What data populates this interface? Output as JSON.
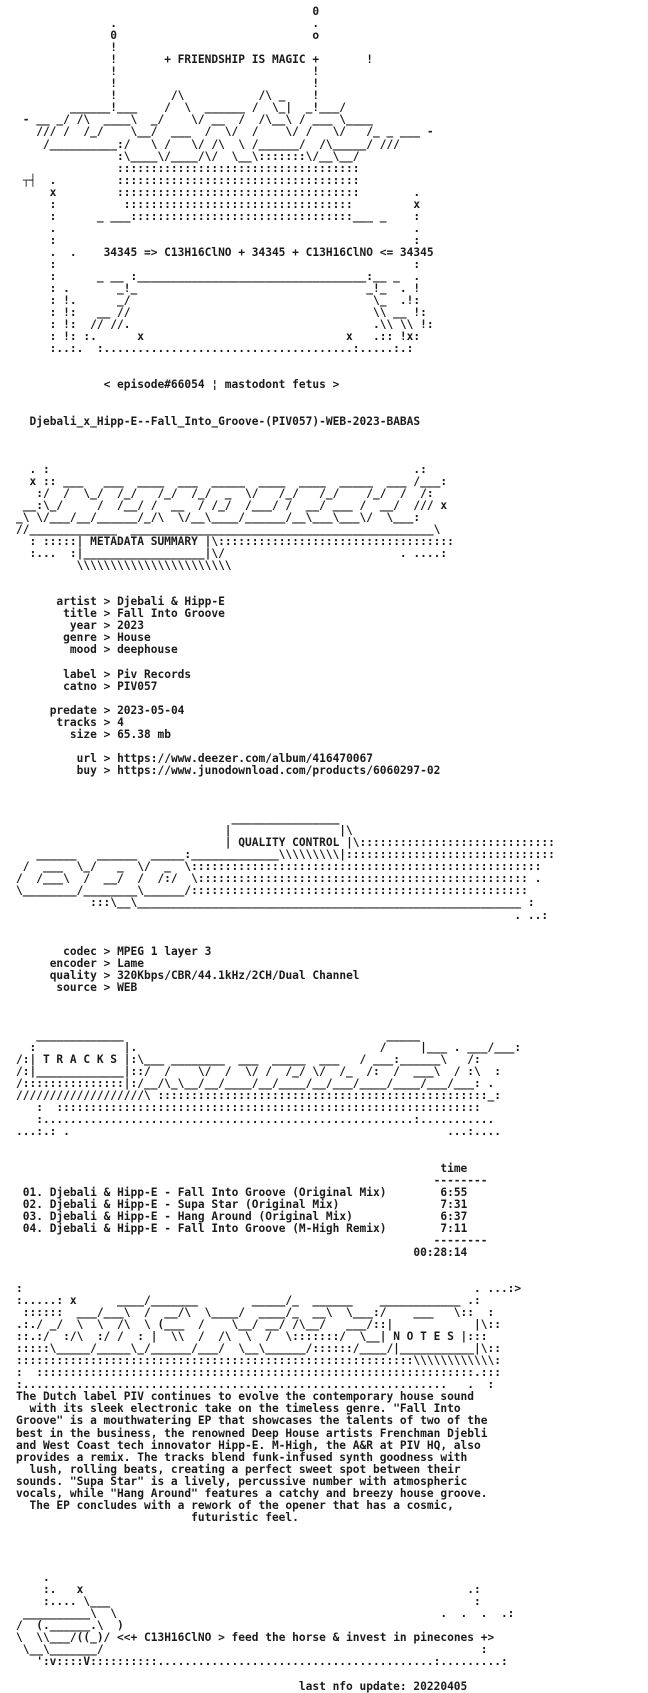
{
  "header": {
    "banner": "+ FRIENDSHIP IS MAGIC +",
    "formula_line": "34345 => C13H16ClNO + 34345 + C13H16ClNO <= 34345",
    "episode": "< episode#66054 ¦ mastodont fetus >",
    "release_name": "Djebali_x_Hipp-E--Fall_Into_Groove-(PIV057)-WEB-2023-BABAS"
  },
  "sections": {
    "metadata": "METADATA SUMMARY",
    "quality": "QUALITY CONTROL",
    "tracks": "T R A C K S",
    "notes": "N O T E S"
  },
  "metadata": [
    {
      "key": "artist",
      "value": "Djebali & Hipp-E"
    },
    {
      "key": "title",
      "value": "Fall Into Groove"
    },
    {
      "key": "year",
      "value": "2023"
    },
    {
      "key": "genre",
      "value": "House"
    },
    {
      "key": "mood",
      "value": "deephouse"
    },
    {
      "key": "label",
      "value": "Piv Records"
    },
    {
      "key": "catno",
      "value": "PIV057"
    },
    {
      "key": "predate",
      "value": "2023-05-04"
    },
    {
      "key": "tracks",
      "value": "4"
    },
    {
      "key": "size",
      "value": "65.38 mb"
    },
    {
      "key": "url",
      "value": "https://www.deezer.com/album/416470067"
    },
    {
      "key": "buy",
      "value": "https://www.junodownload.com/products/6060297-02"
    }
  ],
  "quality": [
    {
      "key": "codec",
      "value": "MPEG 1 layer 3"
    },
    {
      "key": "encoder",
      "value": "Lame"
    },
    {
      "key": "quality",
      "value": "320Kbps/CBR/44.1kHz/2CH/Dual Channel"
    },
    {
      "key": "source",
      "value": "WEB"
    }
  ],
  "tracklist": {
    "time_header": "time",
    "items": [
      {
        "num": "01.",
        "title": "Djebali & Hipp-E - Fall Into Groove (Original Mix)",
        "time": "6:55"
      },
      {
        "num": "02.",
        "title": "Djebali & Hipp-E - Supa Star (Original Mix)",
        "time": "7:31"
      },
      {
        "num": "03.",
        "title": "Djebali & Hipp-E - Hang Around (Original Mix)",
        "time": "6:37"
      },
      {
        "num": "04.",
        "title": "Djebali & Hipp-E - Fall Into Groove (M-High Remix)",
        "time": "7:11"
      }
    ],
    "total": "00:28:14"
  },
  "notes": [
    "The Dutch label PIV continues to evolve the contemporary house sound",
    "with its sleek electronic take on the timeless genre. \"Fall Into",
    "Groove\" is a mouthwatering EP that showcases the talents of two of the",
    "best in the business, the renowned Deep House artists Frenchman Djebli",
    "and West Coast tech innovator Hipp-E. M-High, the A&R at PIV HQ, also",
    "provides a remix. The tracks blend funk-infused synth goodness with",
    "lush, rolling beats, creating a perfect sweet spot between their",
    "sounds. \"Supa Star\" is a lively, percussive number with atmospheric",
    "vocals, while \"Hang Around\" features a catchy and breezy house groove.",
    "The EP concludes with a rework of the opener that has a cosmic,",
    "futuristic feel."
  ],
  "footer": {
    "tagline": "<<+ C13H16ClNO > feed the horse & invest in pinecones +>",
    "last_update": "last nfo update: 20220405"
  }
}
